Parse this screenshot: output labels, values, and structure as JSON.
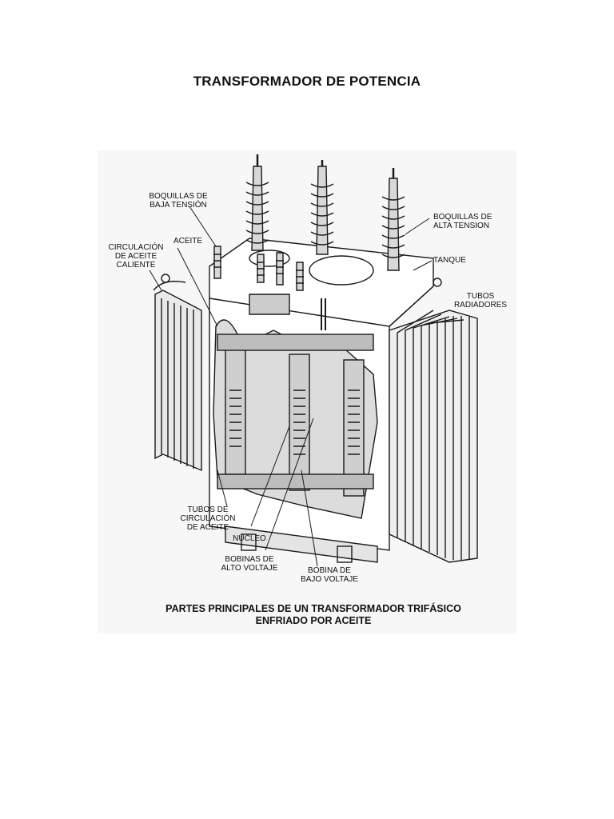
{
  "page_title": "TRANSFORMADOR DE POTENCIA",
  "figure": {
    "labels": {
      "boquillas_baja": "BOQUILLAS DE\nBAJA TENSIÓN",
      "aceite": "ACEITE",
      "circulacion_aceite_caliente": "CIRCULACIÓN\nDE ACEITE\nCALIENTE",
      "boquillas_alta": "BOQUILLAS DE\nALTA TENSION",
      "tanque": "TANQUE",
      "tubos_radiadores": "TUBOS\nRADIADORES",
      "tubos_circulacion": "TUBOS DE\nCIRCULACIÓN\nDE ACEITE",
      "nucleo": "NÚCLEO",
      "bobinas_alto": "BOBINAS DE\nALTO VOLTAJE",
      "bobina_bajo": "BOBINA DE\nBAJO VOLTAJE"
    },
    "caption_line1": "PARTES PRINCIPALES DE UN TRANSFORMADOR TRIFÁSICO",
    "caption_line2": "ENFRIADO POR ACEITE"
  }
}
